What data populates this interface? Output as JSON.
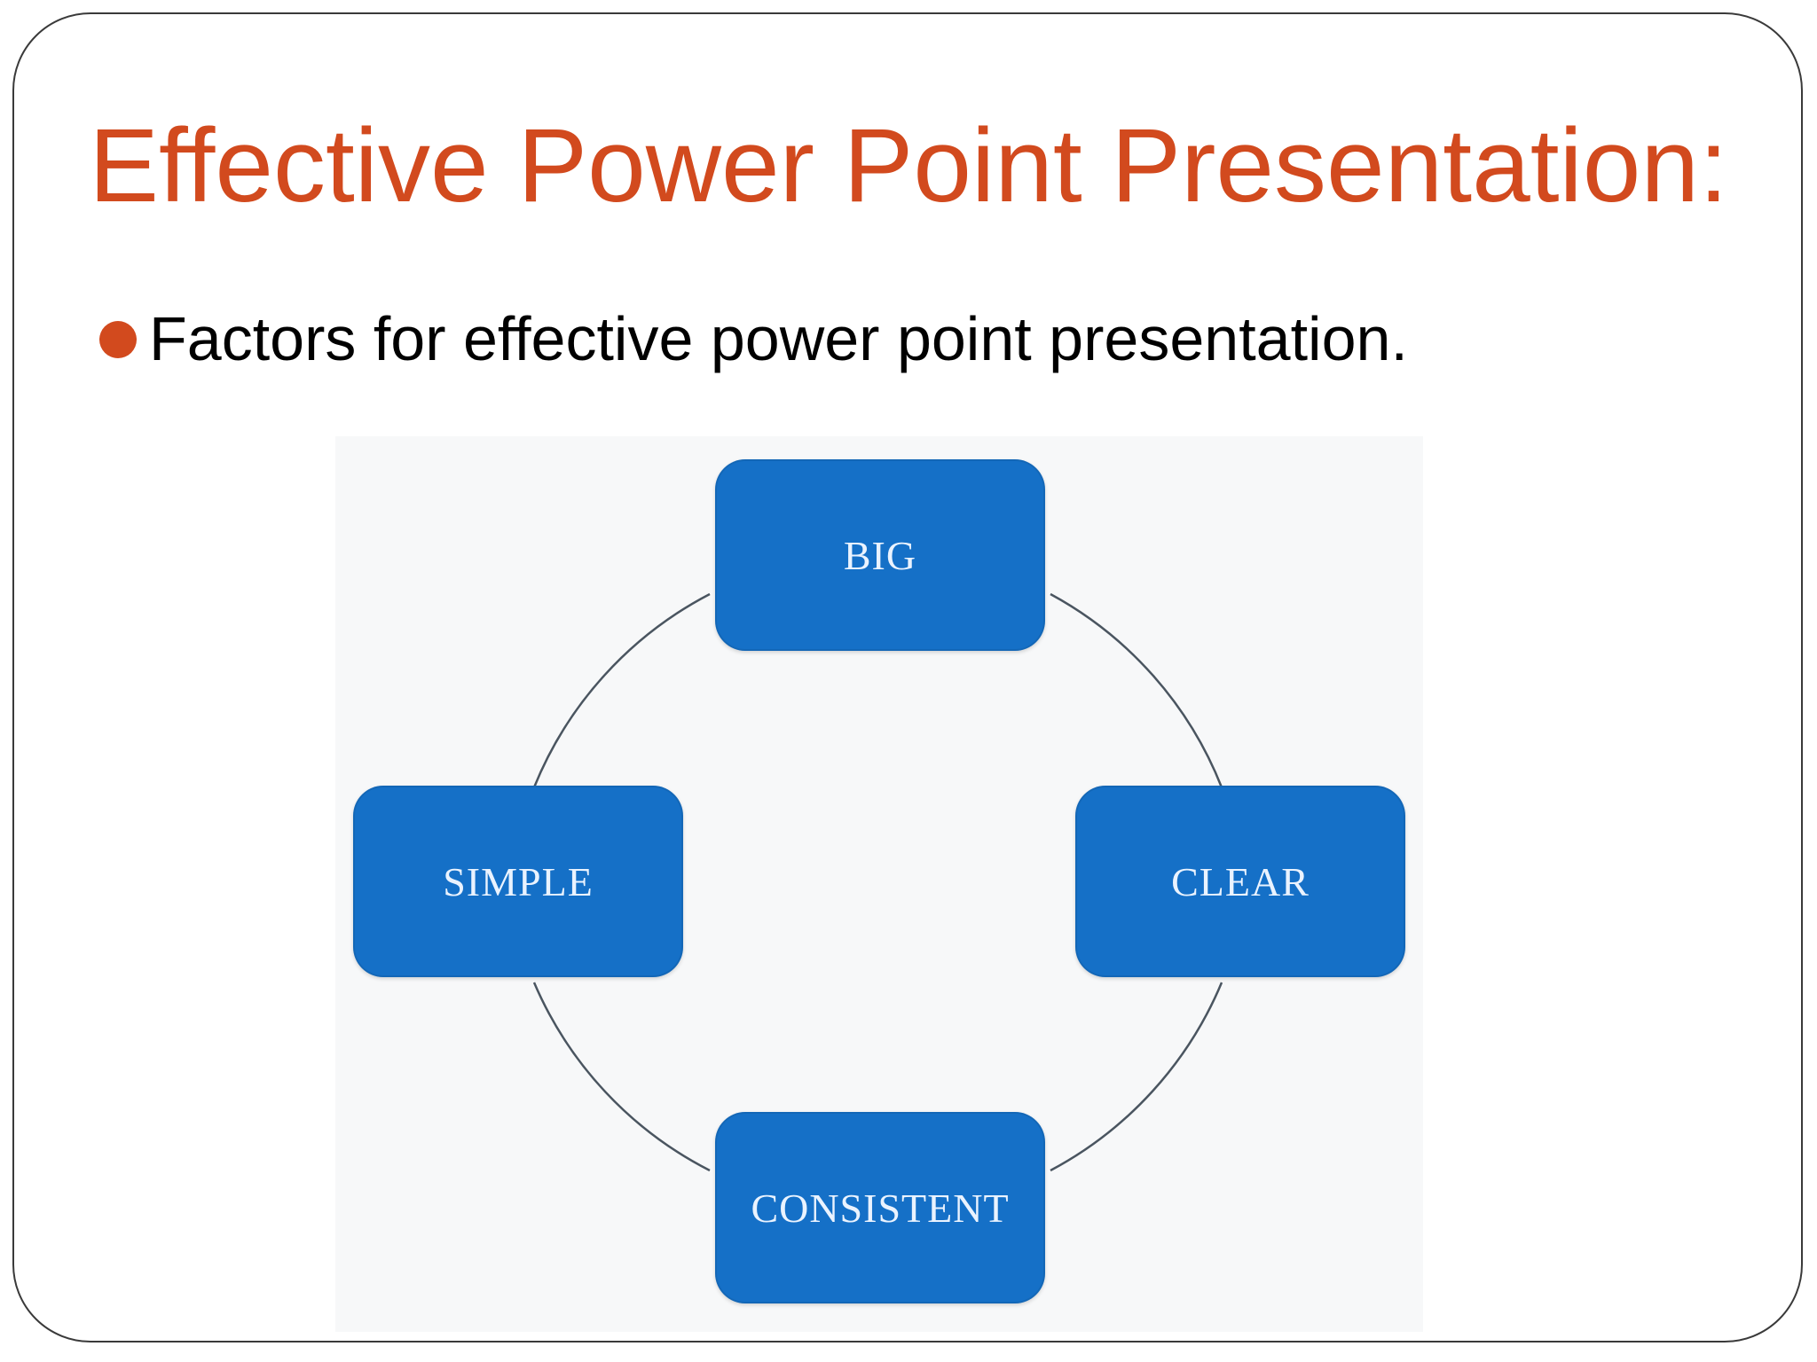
{
  "slide": {
    "title": "Effective Power Point Presentation:",
    "bullet_text": "Factors for effective power point presentation."
  },
  "diagram": {
    "nodes": {
      "top": "BIG",
      "right": "CLEAR",
      "bottom": "CONSISTENT",
      "left": "SIMPLE"
    }
  },
  "colors": {
    "title": "#d24a1e",
    "bullet": "#d24a1e",
    "node_fill": "#1570c7",
    "connector": "#4a5560"
  }
}
